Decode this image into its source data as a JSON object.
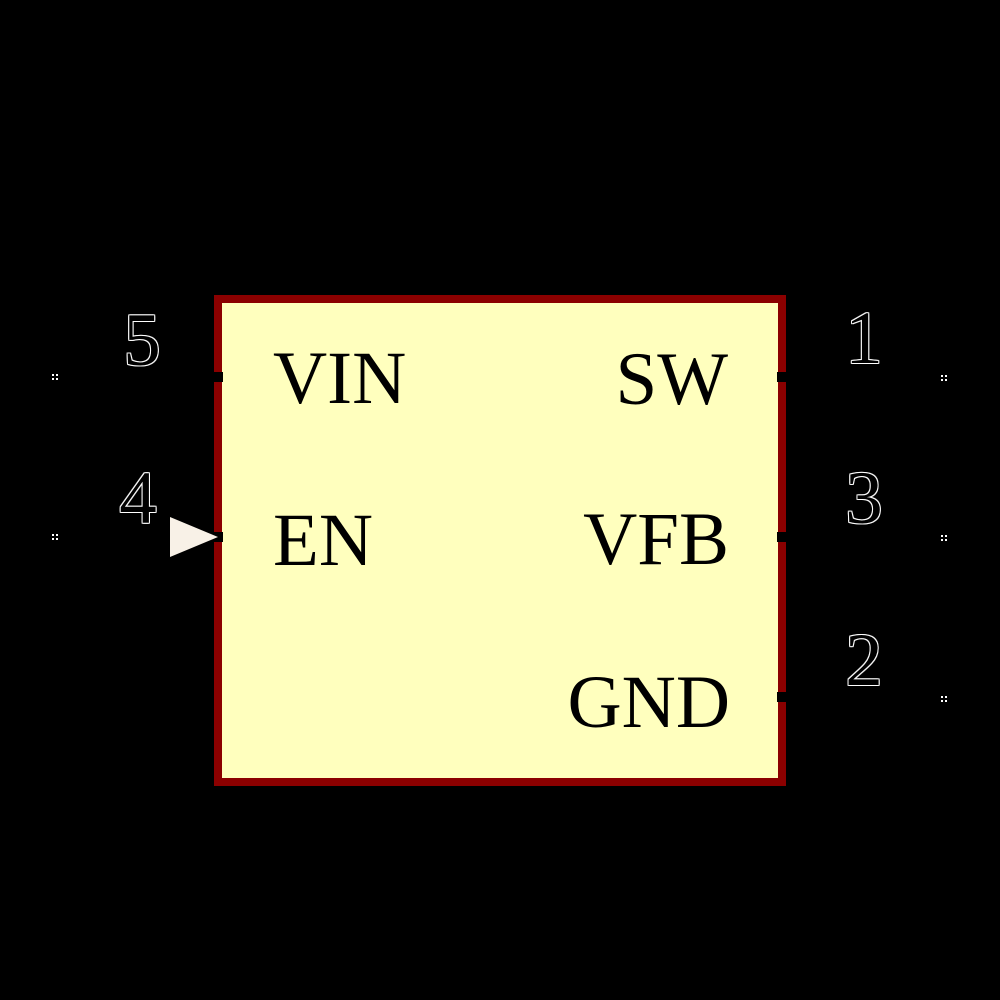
{
  "canvas": {
    "background_color": "#000000"
  },
  "symbol": {
    "kind": "schematic-ic-symbol",
    "body_fill_color": "#FFFFBE",
    "body_outline_color": "#8B0000",
    "text_color": "#000000",
    "pin_number_halo_color": "#FFFFFF",
    "input_arrow_color": "#F8F1E7",
    "pins": {
      "left": [
        {
          "number": "5",
          "name": "VIN"
        },
        {
          "number": "4",
          "name": "EN",
          "indicator": "input-arrow"
        }
      ],
      "right": [
        {
          "number": "1",
          "name": "SW"
        },
        {
          "number": "3",
          "name": "VFB"
        },
        {
          "number": "2",
          "name": "GND"
        }
      ]
    }
  }
}
